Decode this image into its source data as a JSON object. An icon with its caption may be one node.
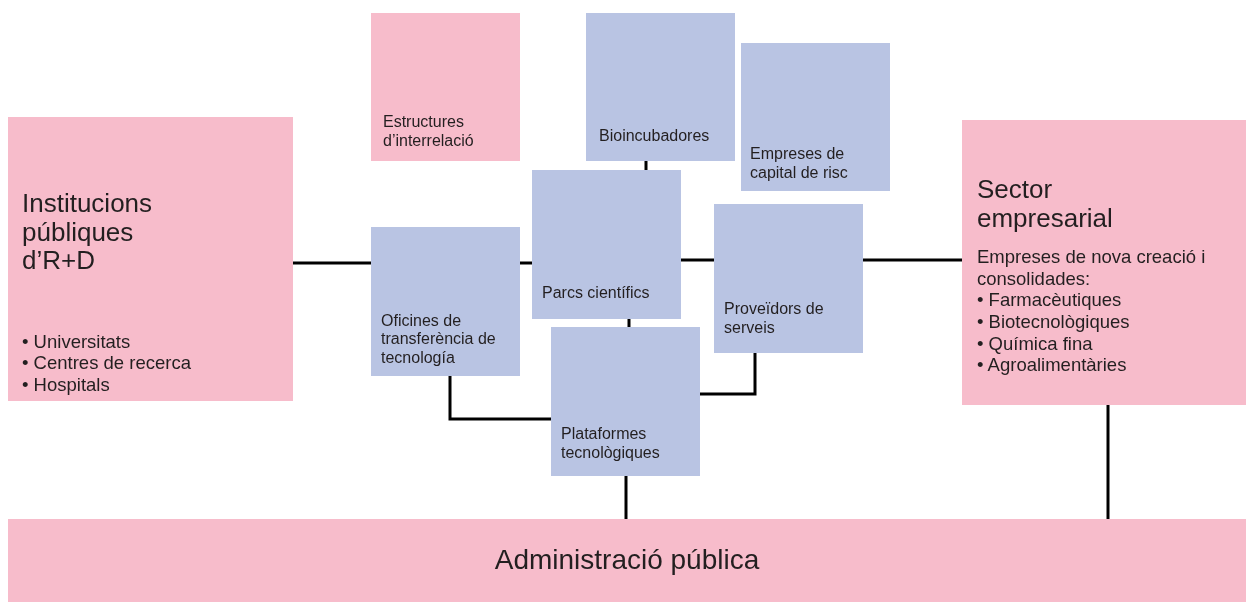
{
  "diagram": {
    "nodes": [
      {
        "text": [
          "Institucions públiques d’R+D",
          "• Universitats",
          "• Centres de recerca",
          "• Hospitals"
        ]
      },
      {
        "text": [
          "Estructures d’interrelació"
        ]
      },
      {
        "text": [
          "Bioincubadores"
        ]
      },
      {
        "text": [
          "Empreses de capital de risc"
        ]
      },
      {
        "text": [
          "Parcs científics"
        ]
      },
      {
        "text": [
          "Oficines de transferència de tecnología"
        ]
      },
      {
        "text": [
          "Proveïdors de serveis"
        ]
      },
      {
        "text": [
          "Plataformes tecnològiques"
        ]
      },
      {
        "text": [
          "Sector empresarial",
          "Empreses de nova creació i consolidades:",
          "• Farmacèutiques",
          "• Biotecnològiques",
          "• Química fina",
          "• Agroalimentàries"
        ]
      },
      {
        "text": [
          "Administració pública"
        ]
      }
    ],
    "edges": [
      {
        "from": 0,
        "to": 5,
        "arrow": "none"
      },
      {
        "from": 5,
        "to": 4,
        "arrow": "none"
      },
      {
        "from": 2,
        "to": 4,
        "arrow": "none"
      },
      {
        "from": 4,
        "to": 6,
        "arrow": "none"
      },
      {
        "from": 6,
        "to": 8,
        "arrow": "none"
      },
      {
        "from": 4,
        "to": 7,
        "arrow": "none"
      },
      {
        "from": 5,
        "to": 7,
        "arrow": "none"
      },
      {
        "from": 6,
        "to": 7,
        "arrow": "none"
      },
      {
        "from": 7,
        "to": 9,
        "arrow": "none"
      },
      {
        "from": 8,
        "to": 9,
        "arrow": "none"
      }
    ]
  }
}
